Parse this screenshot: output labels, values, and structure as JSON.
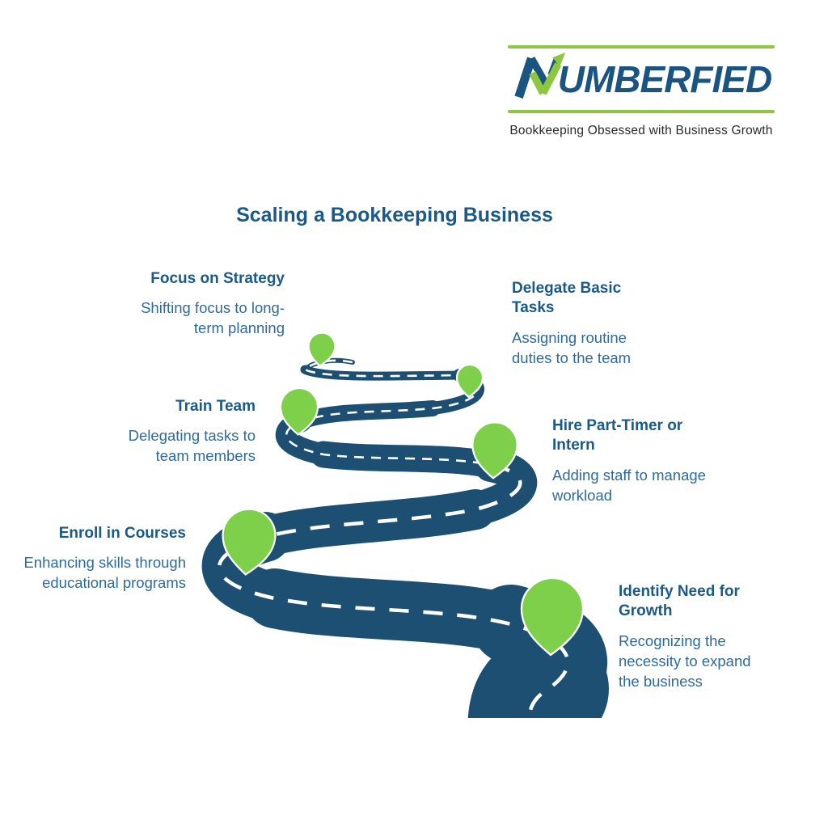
{
  "brand": {
    "name": "NUMBERFIED",
    "name_display_rest": "UMBERFIED",
    "tagline": "Bookkeeping Obsessed with Business Growth"
  },
  "title": "Scaling a Bookkeeping Business",
  "milestones": [
    {
      "heading": "Focus on Strategy",
      "description": "Shifting focus to long-term planning"
    },
    {
      "heading": "Delegate Basic Tasks",
      "description": "Assigning routine duties to the team"
    },
    {
      "heading": "Train Team",
      "description": "Delegating tasks to team members"
    },
    {
      "heading": "Hire Part-Timer or Intern",
      "description": "Adding staff to manage workload"
    },
    {
      "heading": "Enroll in Courses",
      "description": "Enhancing skills through educational programs"
    },
    {
      "heading": "Identify Need for Growth",
      "description": "Recognizing the necessity to expand the business"
    }
  ],
  "icons": {
    "milestone_marker": "map-pin-icon",
    "logo_mark": "growth-arrow-n-icon"
  },
  "colors": {
    "road_blue": "#1D4F72",
    "pin_green": "#7ED04B",
    "logo_green": "#8DC63F",
    "logo_blue": "#1A5480",
    "heading_blue": "#1C5A86",
    "body_blue": "#2E6B99",
    "tagline_gray": "#2A2A2A",
    "dash_white": "#FFFFFF"
  }
}
